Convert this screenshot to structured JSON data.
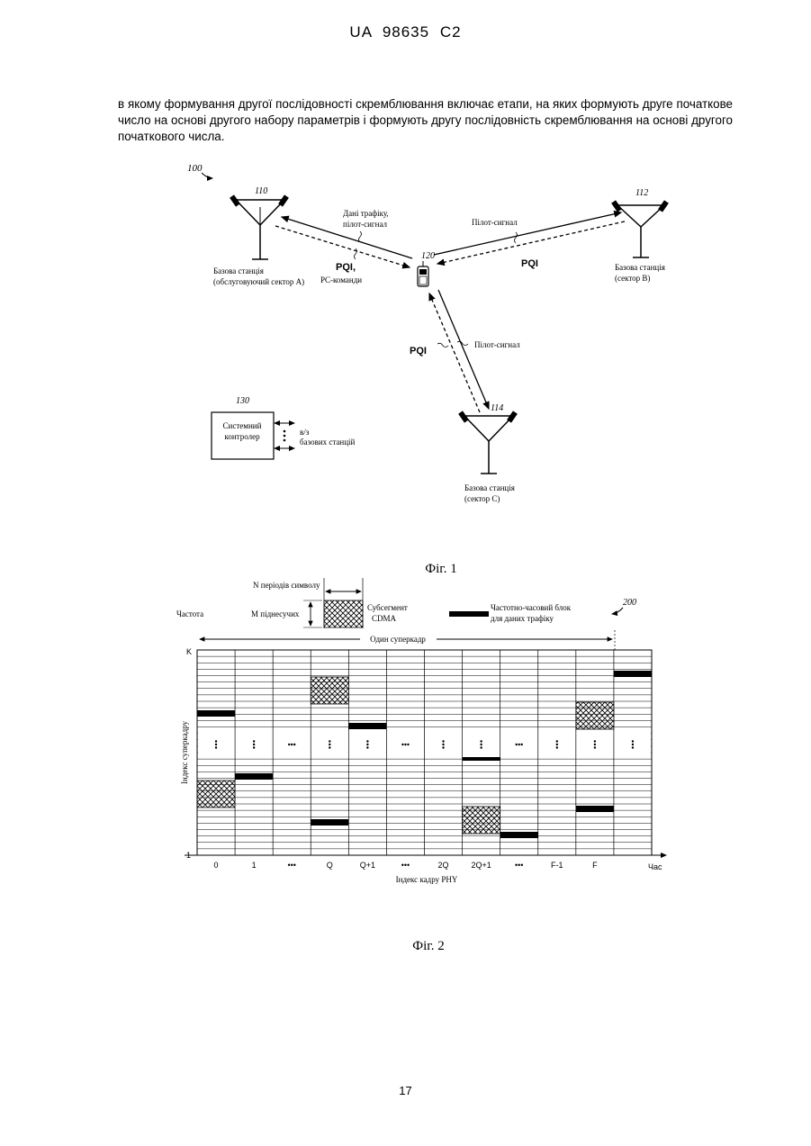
{
  "header": "UA  98635  C2",
  "paragraph": "в якому формування другої послідовності скремблювання включає етапи, на яких формують друге початкове число на основі другого набору параметрів і формують другу послідовність скремблювання на основі другого початкового числа.",
  "fig1": {
    "ref": "100",
    "caption": "Фіг. 1",
    "bs_a": {
      "num": "110",
      "label1": "Базова станція",
      "label2": "(обслуговуючий сектор А)"
    },
    "bs_b": {
      "num": "112",
      "label1": "Базова станція",
      "label2": "(сектор В)"
    },
    "bs_c": {
      "num": "114",
      "label1": "Базова станція",
      "label2": "(сектор С)"
    },
    "terminal": {
      "num": "120"
    },
    "link_a": {
      "label1": "Дані трафіку,",
      "label2": "пілот-сигнал",
      "pqi": "PQI,",
      "pc": "PC-команди"
    },
    "link_b": {
      "label": "Пілот-сигнал",
      "pqi": "PQI"
    },
    "link_c": {
      "label": "Пілот-сигнал",
      "pqi": "PQI"
    },
    "controller": {
      "num": "130",
      "label1": "Системний",
      "label2": "контролер",
      "side1": "в/з",
      "side2": "базових станцій"
    }
  },
  "fig2": {
    "ref": "200",
    "caption": "Фіг. 2",
    "y_axis_top": "Частота",
    "y_axis_label": "Індекс суперкадру",
    "x_axis_label": "Індекс кадру PHY",
    "x_axis_end": "Час",
    "k_label": "K",
    "one_label": "1",
    "n_periods": "N періодів символу",
    "m_subcarriers": "М піднесучих",
    "legend_cdma1": "Субсегмент",
    "legend_cdma2": "CDMA",
    "legend_block1": "Частотно-часовий блок",
    "legend_block2": "для даних трафіку",
    "superframe": "Один суперкадр",
    "x_ticks": [
      "0",
      "1",
      "•••",
      "Q",
      "Q+1",
      "•••",
      "2Q",
      "2Q+1",
      "•••",
      "F-1",
      "F"
    ]
  },
  "page_number": "17"
}
